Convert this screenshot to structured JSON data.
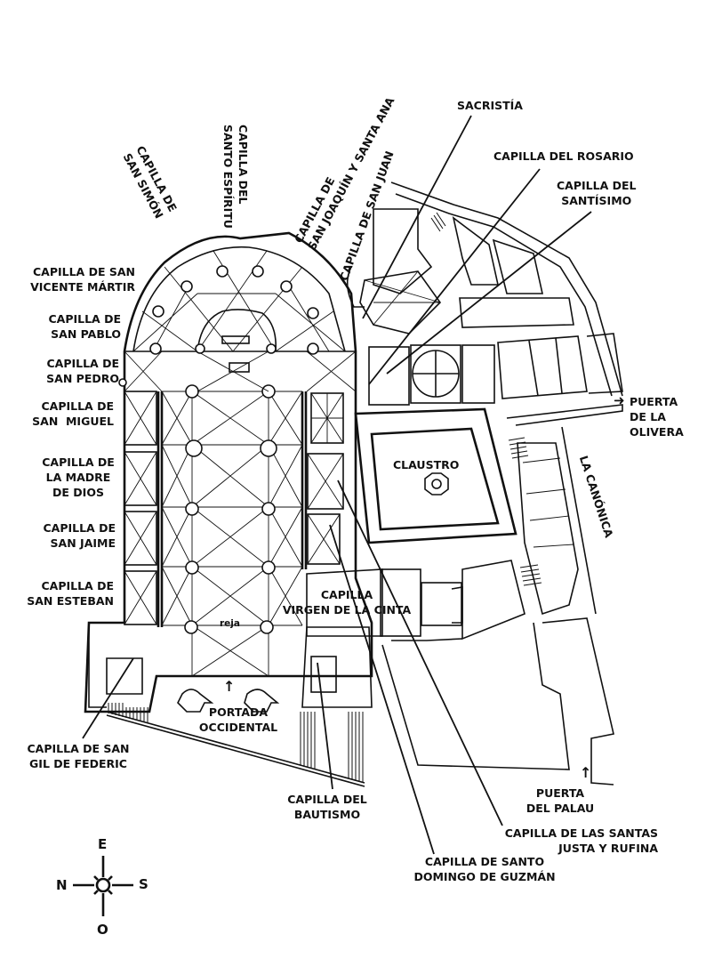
{
  "title": "Plano de la catedral (planta) con capillas y dependencias",
  "labels": {
    "capilla_san_simon": "CAPILLA DE\nSAN SIMÓN",
    "capilla_santo_espiritu": "CAPILLA DEL\nSANTO ESPÍRITU",
    "capilla_san_joaquin": "CAPILLA DE\nSAN JOAQUÍN Y SANTA ANA",
    "capilla_san_juan": "CAPILLA DE SAN JUAN",
    "sacristia": "SACRISTÍA",
    "capilla_rosario": "CAPILLA DEL ROSARIO",
    "capilla_santisimo": "CAPILLA DEL\nSANTÍSIMO",
    "capilla_san_vicente": "CAPILLA DE SAN\nVICENTE MÁRTIR",
    "capilla_san_pablo": "CAPILLA DE\nSAN PABLO",
    "capilla_san_pedro": "CAPILLA DE\nSAN PEDRO",
    "capilla_san_miguel": "CAPILLA DE\nSAN  MIGUEL",
    "capilla_madre_dios": "CAPILLA DE\nLA MADRE\nDE DIOS",
    "capilla_san_jaime": "CAPILLA DE\nSAN JAIME",
    "capilla_san_esteban": "CAPILLA DE\nSAN ESTEBAN",
    "puerta_olivera": "PUERTA\nDE LA\nOLIVERA",
    "la_canonica": "LA CANÓNICA",
    "claustro": "CLAUSTRO",
    "capilla_virgen_cinta": "CAPILLA\nVIRGEN DE LA CINTA",
    "reja": "reja",
    "portada_occidental": "PORTADA\nOCCIDENTAL",
    "capilla_san_gil": "CAPILLA DE SAN\nGIL DE FEDERIC",
    "capilla_bautismo": "CAPILLA DEL\nBAUTISMO",
    "puerta_palau": "PUERTA\nDEL PALAU",
    "capilla_justa_rufina": "CAPILLA DE LAS SANTAS\nJUSTA Y RUFINA",
    "capilla_santo_domingo": "CAPILLA DE SANTO\nDOMINGO DE GUZMÁN"
  },
  "compass": {
    "north": "N",
    "south": "S",
    "east": "E",
    "west": "O"
  },
  "arrows": {
    "portada_arrow": "↑",
    "palau_arrow": "↑",
    "olivera_arrow": "➜"
  }
}
